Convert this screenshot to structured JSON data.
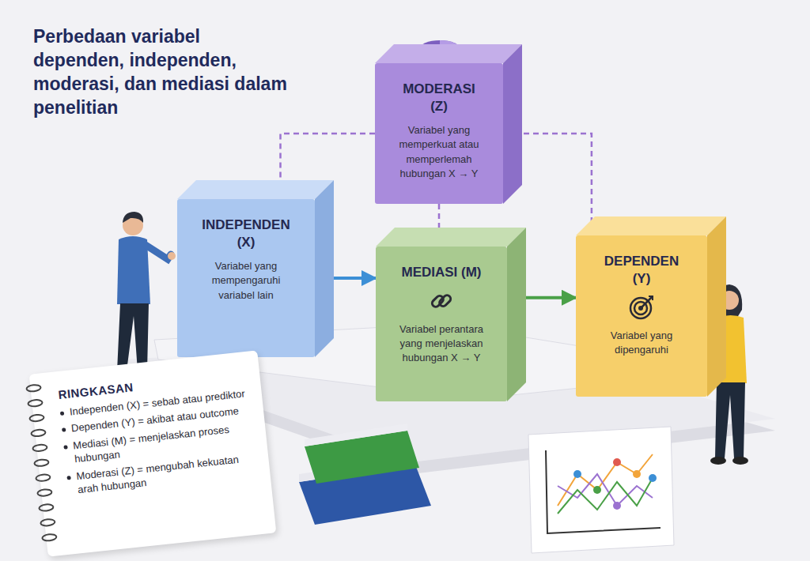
{
  "diagram": {
    "title": "Perbedaan variabel dependen, independen, moderasi, dan mediasi dalam penelitian",
    "nodes": [
      {
        "text": [
          "MODERASI (Z)",
          "Variabel yang memperkuat atau memperlemah hubungan X → Y"
        ]
      },
      {
        "text": [
          "INDEPENDEN (X)",
          "Variabel yang mempengaruhi variabel lain"
        ]
      },
      {
        "text": [
          "MEDIASI (M)",
          "Variabel perantara yang menjelaskan hubungan X → Y"
        ]
      },
      {
        "text": [
          "DEPENDEN (Y)",
          "Variabel yang dipengaruhi"
        ]
      },
      {
        "text": [
          "RINGKASAN",
          "Independen (X) = sebab atau prediktor",
          "Dependen (Y) = akibat atau outcome",
          "Mediasi (M) = menjelaskan proses hubungan",
          "Moderasi (Z) = mengubah kekuatan arah hubungan"
        ]
      }
    ],
    "edges": [
      {
        "from": 1,
        "to": 2,
        "arrow": "to"
      },
      {
        "from": 2,
        "to": 3,
        "arrow": "to"
      },
      {
        "from": 0,
        "to": 1,
        "arrow": "to"
      },
      {
        "from": 0,
        "to": 2,
        "arrow": "to"
      },
      {
        "from": 0,
        "to": 3,
        "arrow": "to"
      }
    ]
  }
}
